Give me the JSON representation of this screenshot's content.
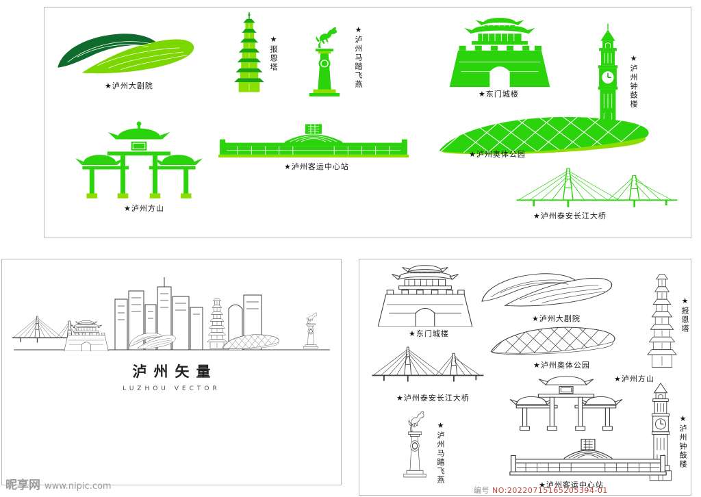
{
  "landmarks": {
    "theater": "★泸州大剧院",
    "pagoda": "★报恩塔",
    "horse": "★泸州马踏飞燕",
    "gate": "★东门城楼",
    "clock_tower": "★泸州钟鼓楼",
    "fangshan": "★泸州方山",
    "station": "★泸州客运中心站",
    "stadium": "★泸州奥体公园",
    "bridge": "★泸州泰安长江大桥"
  },
  "skyline": {
    "title": "泸州矢量",
    "subtitle": "LUZHOU VECTOR"
  },
  "watermark": {
    "site": "昵享网",
    "url": "www.nipic.com"
  },
  "serial": {
    "label": "编号",
    "number": "NO:20220715165205394-01"
  },
  "colors": {
    "green": "#2bd30c",
    "green_dark": "#0e6b2c",
    "lime": "#86dc00",
    "outline": "#3f3f3f",
    "background": "#ffffff"
  }
}
